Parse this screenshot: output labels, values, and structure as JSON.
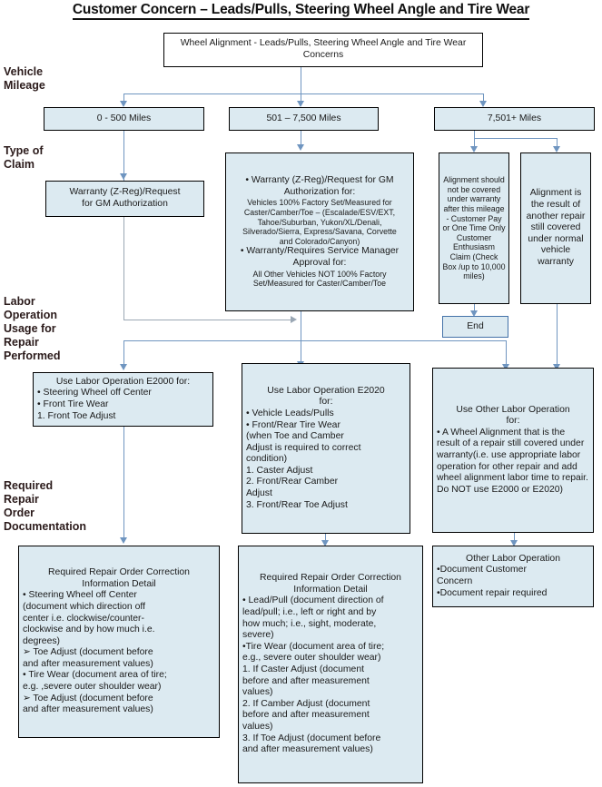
{
  "title": "Customer Concern – Leads/Pulls, Steering Wheel Angle and Tire Wear",
  "row_labels": {
    "mileage": "Vehicle\nMileage",
    "claim": "Type of\nClaim",
    "labor": "Labor\nOperation\nUsage for\nRepair\nPerformed",
    "documentation": "Required\nRepair\nOrder\nDocumentation"
  },
  "start_node": {
    "text": "Wheel Alignment - Leads/Pulls, Steering Wheel Angle and Tire Wear Concerns"
  },
  "mileage_nodes": [
    {
      "label": "0 - 500 Miles"
    },
    {
      "label": "501 – 7,500 Miles"
    },
    {
      "label": "7,501+ Miles"
    }
  ],
  "claim_nodes": {
    "left": {
      "line1": "Warranty (Z-Reg)/Request",
      "line2": "for GM  Authorization"
    },
    "middle": {
      "b1_head_1": "• Warranty (Z-Reg)/Request for GM",
      "b1_head_2": "Authorization for:",
      "b1_body_1": "Vehicles 100% Factory Set/Measured for",
      "b1_body_2": "Caster/Camber/Toe – (Escalade/ESV/EXT,",
      "b1_body_3": "Tahoe/Suburban,  Yukon/XL/Denali,",
      "b1_body_4": "Silverado/Sierra, Express/Savana,  Corvette",
      "b1_body_5": "and Colorado/Canyon)",
      "b2_head_1": "• Warranty/Requires Service Manager",
      "b2_head_2": "Approval for:",
      "b2_body_1": "All Other Vehicles NOT 100% Factory",
      "b2_body_2": "Set/Measured for Caster/Camber/Toe"
    },
    "right_a": {
      "text": "Alignment should not be covered under warranty after this mileage - Customer Pay or  One Time Only Customer Enthusiasm Claim (Check Box /up to 10,000 miles)"
    },
    "right_b": {
      "text": "Alignment is the result of another repair still covered under normal vehicle warranty"
    },
    "end_node": {
      "label": "End"
    }
  },
  "labor_nodes": {
    "left": {
      "head": "Use Labor Operation E2000 for:",
      "items": [
        "•  Steering Wheel off Center",
        "•  Front Tire Wear",
        "1.    Front Toe Adjust"
      ]
    },
    "middle": {
      "head1": "Use Labor Operation E2020",
      "head2": "for:",
      "items": [
        "•  Vehicle Leads/Pulls",
        "•  Front/Rear Tire Wear",
        "(when Toe and Camber",
        "Adjust is required to correct",
        "condition)",
        "1.    Caster Adjust",
        "2.    Front/Rear Camber",
        "        Adjust",
        "3.    Front/Rear Toe Adjust"
      ]
    },
    "right": {
      "head1": "Use Other Labor Operation",
      "head2": "for:",
      "body": "• A Wheel Alignment that is the result of a repair still covered under warranty(i.e. use appropriate labor operation for other repair and add wheel alignment labor time to repair. Do NOT use E2000 or E2020)"
    }
  },
  "documentation_nodes": {
    "left": {
      "head1": "Required Repair Order Correction",
      "head2": "Information Detail",
      "lines": [
        "•   Steering Wheel off Center",
        "(document which direction off",
        "center i.e. clockwise/counter-",
        "clockwise and by how much i.e.",
        "degrees)",
        "➢    Toe Adjust (document before",
        "       and after measurement values)",
        "• Tire Wear (document area of tire;",
        "e.g. ,severe outer shoulder wear)",
        "➢    Toe Adjust (document before",
        "       and after measurement values)"
      ]
    },
    "middle": {
      "head1": "Required Repair Order Correction",
      "head2": "Information Detail",
      "lines": [
        "• Lead/Pull (document direction of",
        "lead/pull; i.e., left or right and by",
        "how much; i.e., sight, moderate,",
        "severe)",
        "•Tire Wear (document area of tire;",
        "e.g., severe outer shoulder wear)",
        "1.     If Caster Adjust (document",
        "        before and after measurement",
        "        values)",
        "2.     If Camber Adjust (document",
        "        before and after measurement",
        "        values)",
        "3.     If Toe Adjust (document before",
        "        and after measurement values)"
      ]
    },
    "right": {
      "head": "Other Labor Operation",
      "lines": [
        "•Document Customer",
        "Concern",
        "•Document repair required"
      ]
    }
  },
  "colors": {
    "box_fill": "#dceaf1",
    "box_border": "#000000",
    "connector": "#6f95c0",
    "connector_grey": "#9aa7b4",
    "label_text": "#2b1b1b"
  }
}
